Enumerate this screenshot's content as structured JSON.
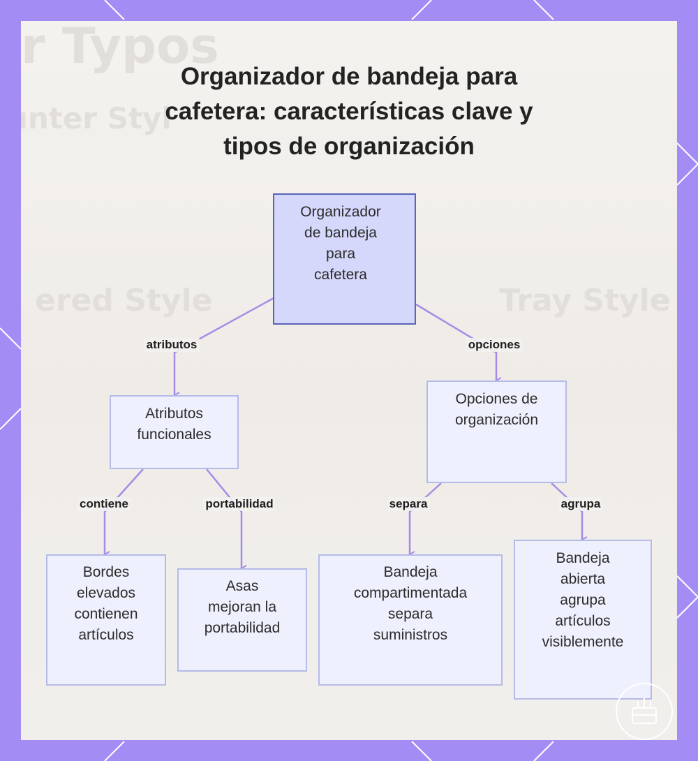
{
  "title": {
    "lines": [
      "Organizador de bandeja para",
      "cafetera: características clave y",
      "tipos de organización"
    ]
  },
  "nodes": {
    "root": {
      "lines": [
        "Organizador",
        "de bandeja",
        "para",
        "cafetera"
      ]
    },
    "attributes": {
      "lines": [
        "Atributos",
        "funcionales"
      ]
    },
    "options": {
      "lines": [
        "Opciones de",
        "organización"
      ]
    },
    "raised_edges": {
      "lines": [
        "Bordes",
        "elevados",
        "contienen",
        "artículos"
      ]
    },
    "handles": {
      "lines": [
        "Asas",
        "mejoran la",
        "portabilidad"
      ]
    },
    "compartment_tray": {
      "lines": [
        "Bandeja",
        "compartimentada",
        "separa",
        "suministros"
      ]
    },
    "open_tray": {
      "lines": [
        "Bandeja",
        "abierta",
        "agrupa",
        "artículos",
        "visiblemente"
      ]
    }
  },
  "edges": {
    "atributos": "atributos",
    "opciones": "opciones",
    "contiene": "contiene",
    "portabilidad": "portabilidad",
    "separa": "separa",
    "agrupa": "agrupa"
  },
  "colors": {
    "frame": "#a48cf5",
    "connector": "#a68be6",
    "node_fill": "#eef0fd",
    "node_border": "#b5bbe8",
    "root_fill": "#d5d8fb",
    "root_border": "#5a63b8"
  }
}
